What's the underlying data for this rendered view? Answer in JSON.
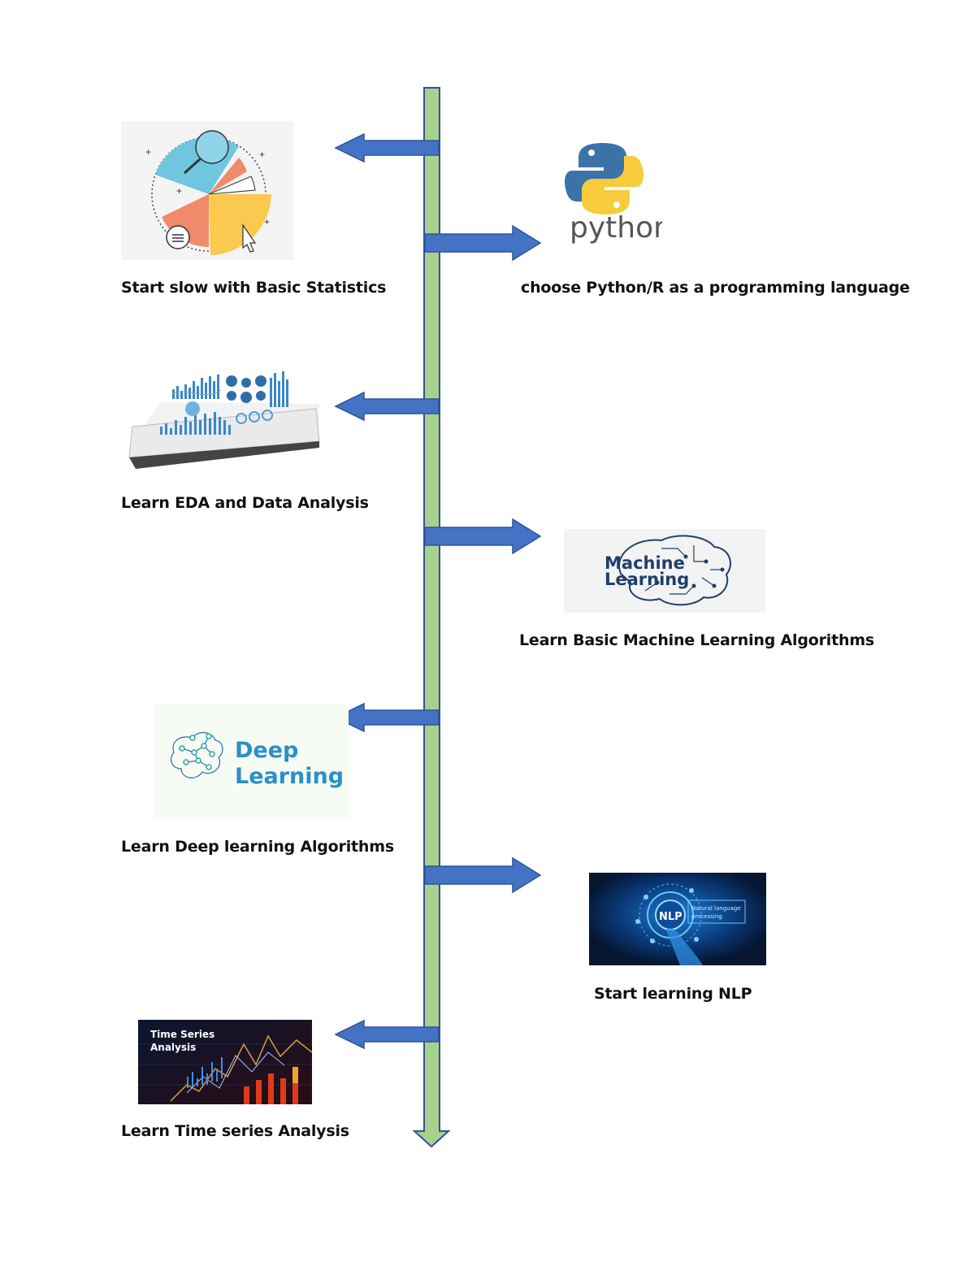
{
  "steps": [
    {
      "id": "statistics",
      "side": "left",
      "label": "Start slow with Basic Statistics"
    },
    {
      "id": "python",
      "side": "right",
      "label": "choose Python/R as a programming language"
    },
    {
      "id": "eda",
      "side": "left",
      "label": "Learn EDA and Data Analysis"
    },
    {
      "id": "ml",
      "side": "right",
      "label": "Learn Basic Machine Learning Algorithms"
    },
    {
      "id": "dl",
      "side": "left",
      "label": "Learn Deep learning Algorithms"
    },
    {
      "id": "nlp",
      "side": "right",
      "label": "Start learning NLP"
    },
    {
      "id": "ts",
      "side": "left",
      "label": "Learn Time series Analysis"
    }
  ],
  "images": {
    "python_text": "python",
    "ml_line1": "Machine",
    "ml_line2": "Learning",
    "dl_line1": "Deep",
    "dl_line2": "Learning",
    "nlp_badge": "NLP",
    "nlp_line1": "Natural language",
    "nlp_line2": "processing",
    "ts_line1": "Time Series",
    "ts_line2": "Analysis"
  },
  "colors": {
    "timeline_fill": "#a9d18e",
    "timeline_stroke": "#2f5597",
    "arrow_fill": "#4472c4",
    "arrow_stroke": "#2f5597"
  }
}
